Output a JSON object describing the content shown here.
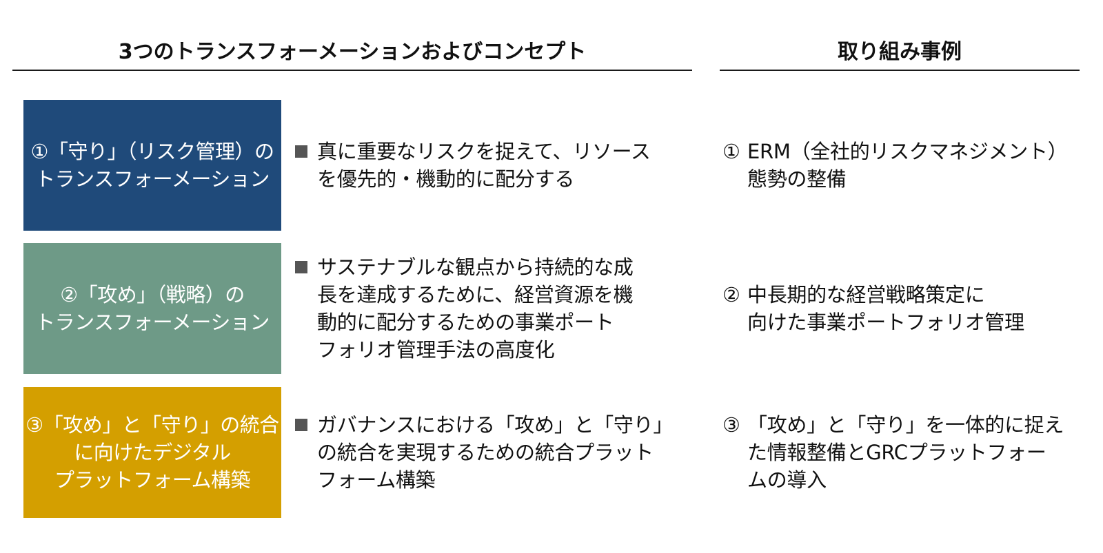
{
  "headers": {
    "left": "3つのトランスフォーメーションおよびコンセプト",
    "right": "取り組み事例"
  },
  "colors": {
    "row1": "#1f4a7a",
    "row2": "#6e9a87",
    "row3": "#d49f00",
    "bullet": "#555555"
  },
  "rows": [
    {
      "box_label": "①「守り」（リスク管理）の\nトランスフォーメーション",
      "concept": "真に重要なリスクを捉えて、リソース\nを優先的・機動的に配分する",
      "example_num": "①",
      "example": "ERM（全社的リスクマネジメント）\n態勢の整備"
    },
    {
      "box_label": "②「攻め」（戦略）の\nトランスフォーメーション",
      "concept": "サステナブルな観点から持続的な成\n長を達成するために、経営資源を機\n動的に配分するための事業ポート\nフォリオ管理手法の高度化",
      "example_num": "②",
      "example": "中長期的な経営戦略策定に\n向けた事業ポートフォリオ管理"
    },
    {
      "box_label": "③「攻め」と「守り」の統合\nに向けたデジタル\nプラットフォーム構築",
      "concept": "ガバナンスにおける「攻め」と「守り」\nの統合を実現するための統合プラット\nフォーム構築",
      "example_num": "③",
      "example": "「攻め」と「守り」を一体的に捉え\nた情報整備とGRCプラットフォー\nムの導入"
    }
  ]
}
